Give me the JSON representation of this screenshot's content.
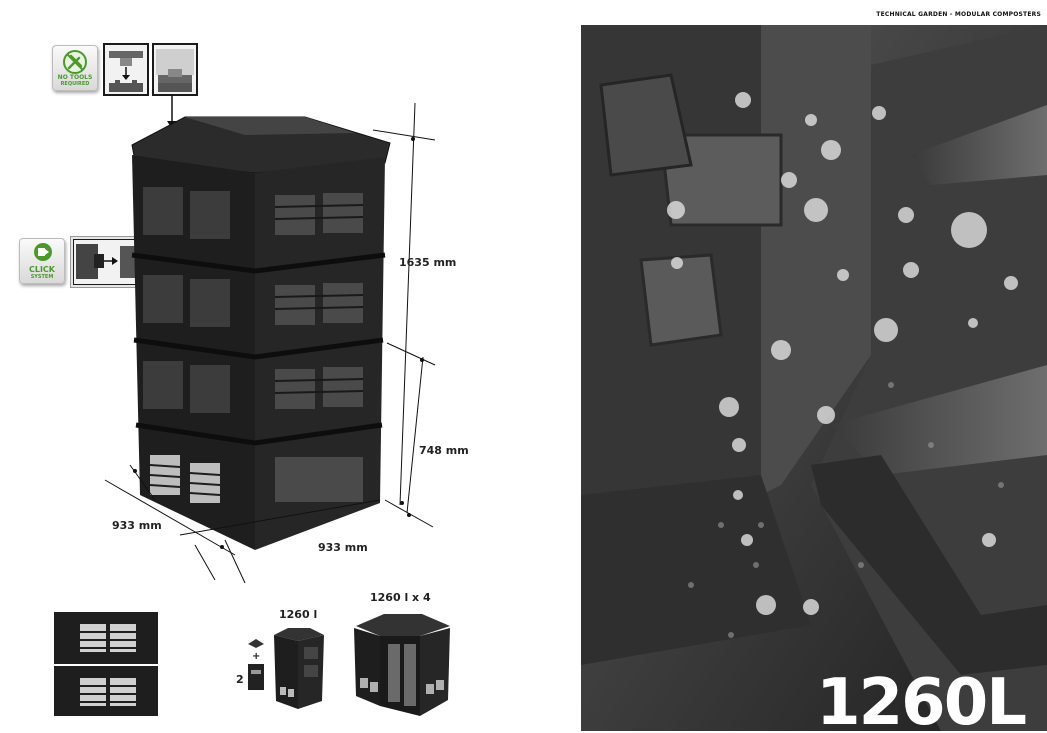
{
  "header": {
    "title": "TECHNICAL GARDEN - MODULAR COMPOSTERS"
  },
  "badges": {
    "no_tools": {
      "line1": "NO TOOLS",
      "line2": "REQUIRED"
    },
    "click": {
      "line1": "CLICK",
      "line2": "SYSTEM"
    }
  },
  "dimensions": {
    "height_total": "1635 mm",
    "height_lower": "748 mm",
    "depth": "933 mm",
    "width": "933 mm"
  },
  "variants": {
    "single_label": "1260 l",
    "quad_label": "1260 l x 4",
    "stack_count": "2",
    "stack_plus": "+"
  },
  "photo": {
    "capacity_label": "1260L"
  },
  "colors": {
    "accent_green": "#4a9a2a",
    "product_black": "#1c1c1c",
    "photo_bg": "#2a2a2a"
  }
}
